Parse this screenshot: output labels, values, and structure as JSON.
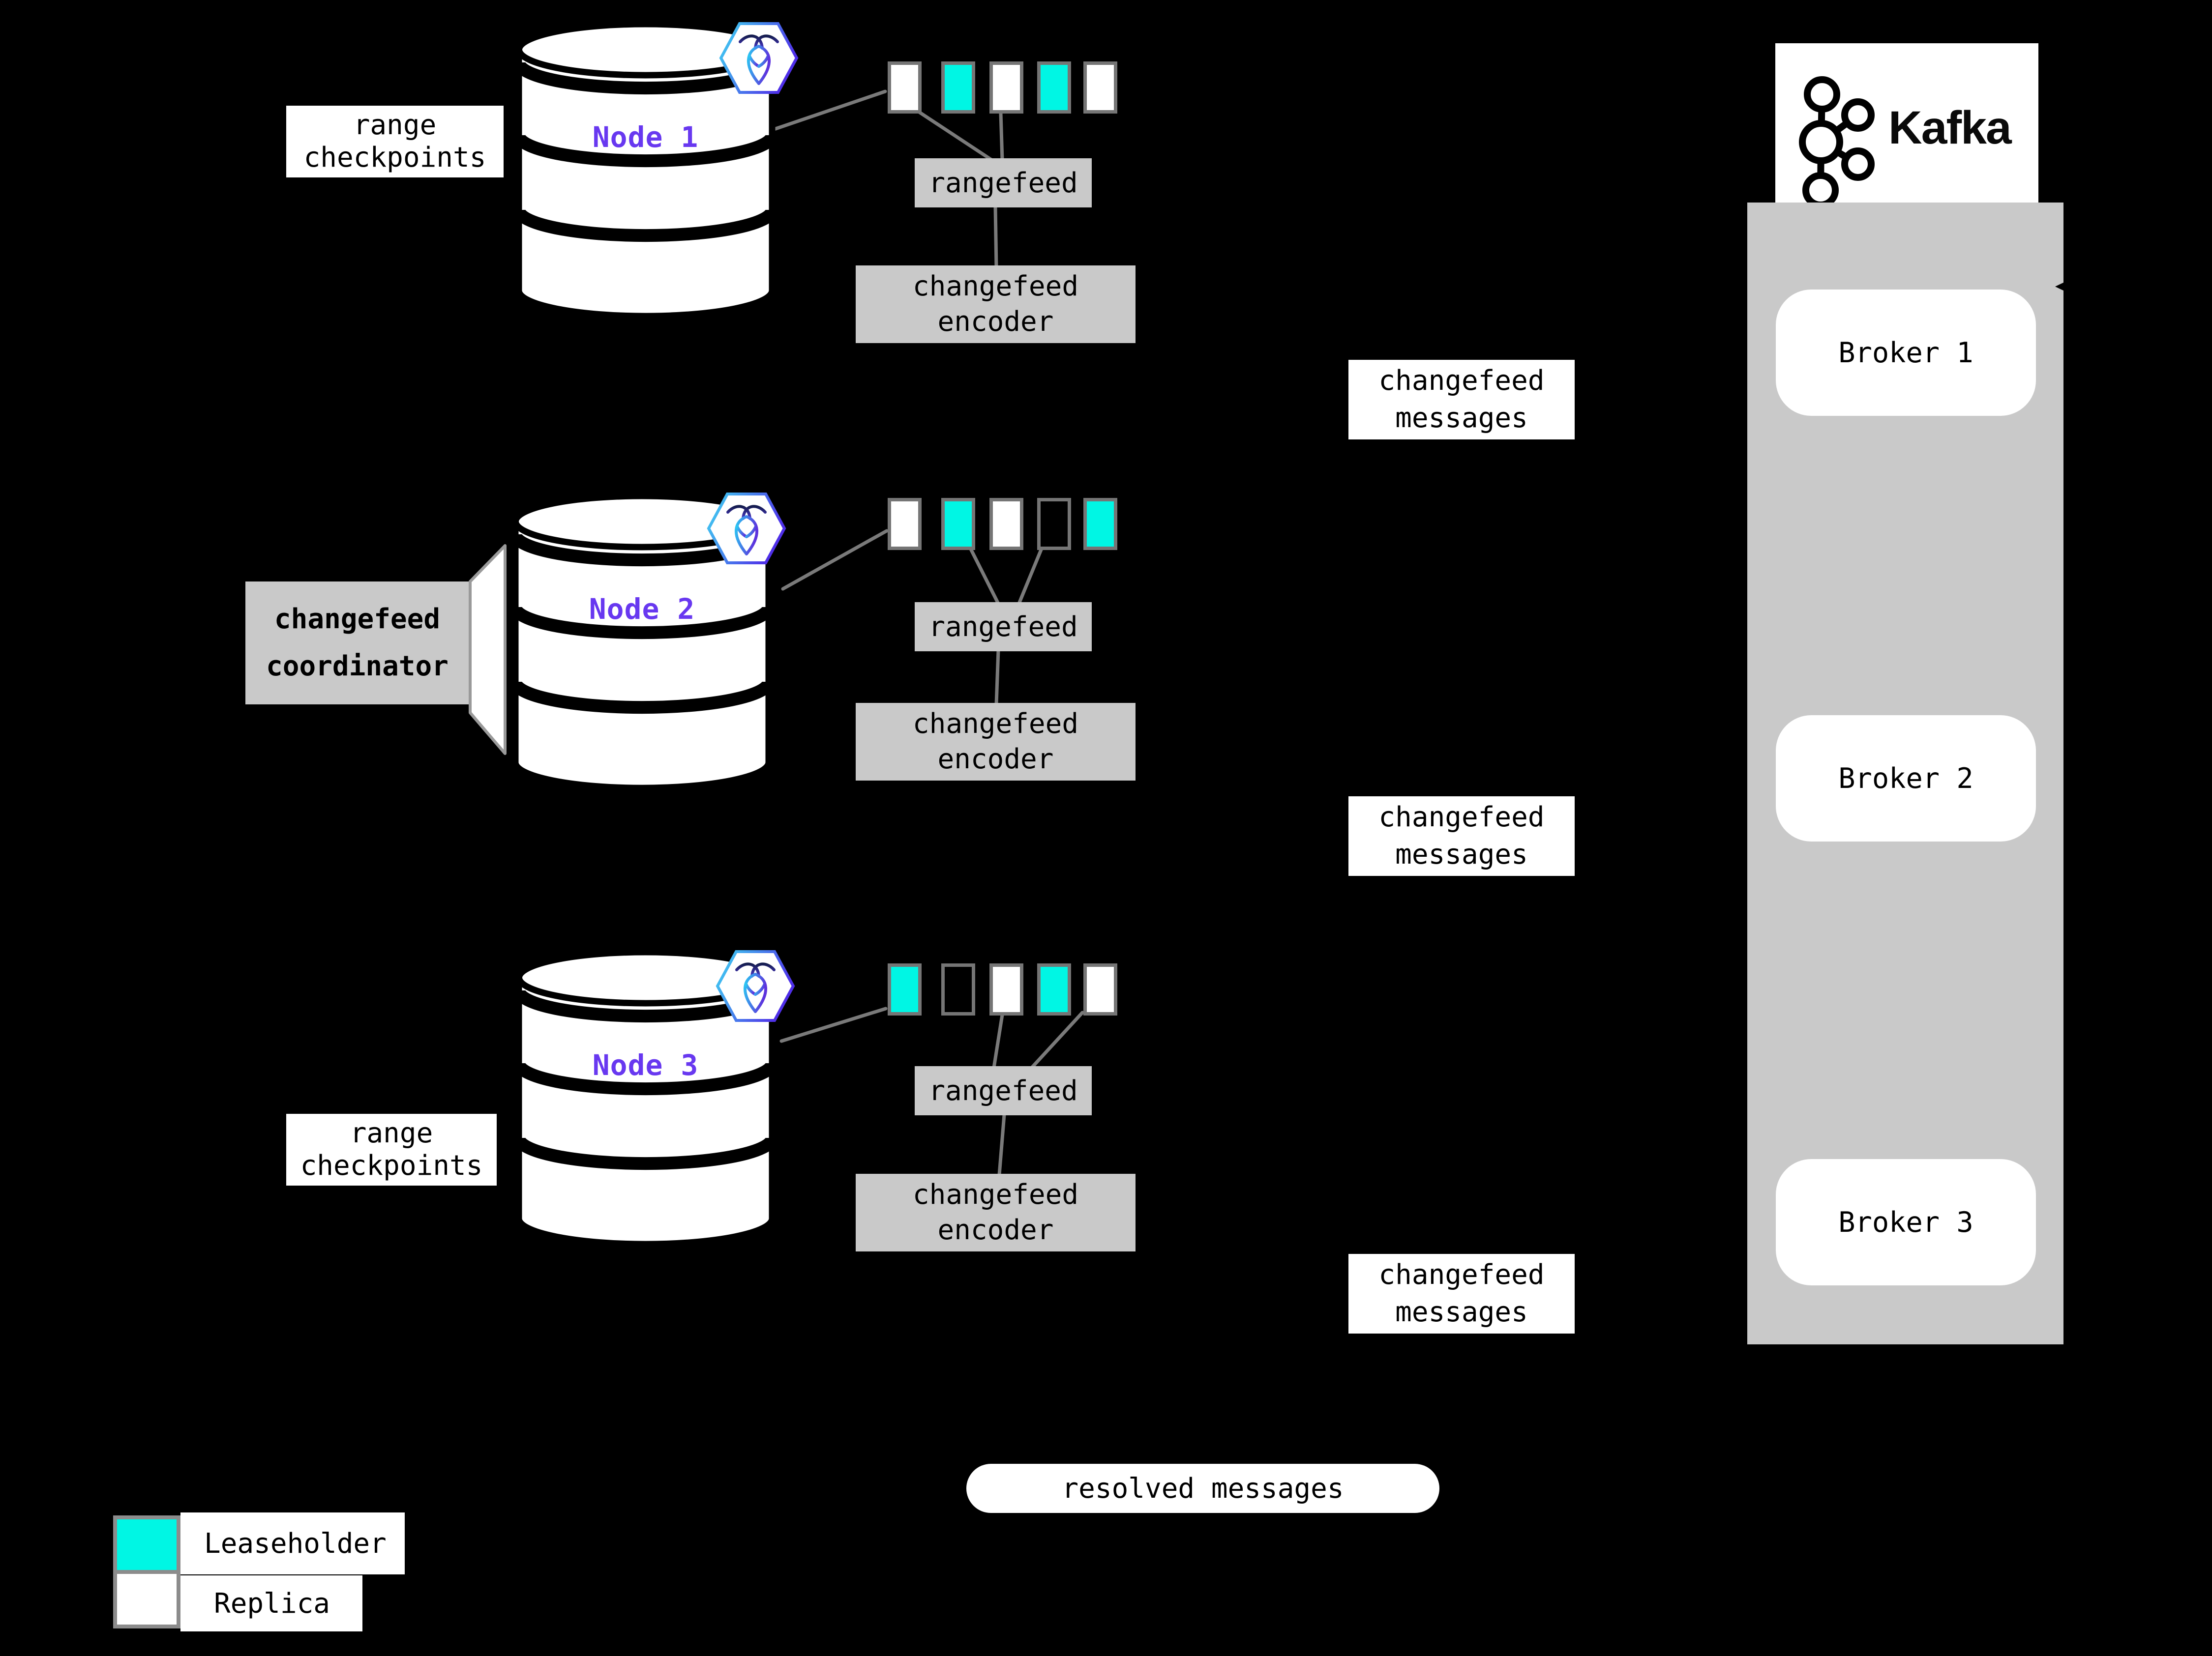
{
  "colors": {
    "background": "#000000",
    "leaseholder": "#00f6e4",
    "replica": "#ffffff",
    "node_label": "#6838f0",
    "panel": "#c9c9c9",
    "outline": "#757575",
    "outline2": "#8c8c8c",
    "line": "#7a7a7a"
  },
  "nodes": [
    {
      "label": "Node 1",
      "ranges": [
        "replica",
        "leaseholder",
        "replica",
        "leaseholder",
        "replica"
      ],
      "rangefeed": "rangefeed",
      "encoder": [
        "changefeed",
        "encoder"
      ],
      "messages": [
        "changefeed",
        "messages"
      ],
      "checkpoints": [
        "range",
        "checkpoints"
      ]
    },
    {
      "label": "Node 2",
      "ranges": [
        "replica",
        "leaseholder",
        "replica",
        "empty",
        "leaseholder"
      ],
      "rangefeed": "rangefeed",
      "encoder": [
        "changefeed",
        "encoder"
      ],
      "messages": [
        "changefeed",
        "messages"
      ],
      "coordinator": [
        "changefeed",
        "coordinator"
      ]
    },
    {
      "label": "Node 3",
      "ranges": [
        "leaseholder",
        "empty",
        "replica",
        "leaseholder",
        "replica"
      ],
      "rangefeed": "rangefeed",
      "encoder": [
        "changefeed",
        "encoder"
      ],
      "messages": [
        "changefeed",
        "messages"
      ],
      "checkpoints": [
        "range",
        "checkpoints"
      ]
    }
  ],
  "kafka": {
    "wordmark": "Kafka",
    "brokers": [
      {
        "label": "Broker 1"
      },
      {
        "label": "Broker 2"
      },
      {
        "label": "Broker 3"
      }
    ]
  },
  "resolved": {
    "label": "resolved messages"
  },
  "legend": {
    "items": [
      {
        "label": "Leaseholder",
        "kind": "leaseholder"
      },
      {
        "label": "Replica",
        "kind": "replica"
      }
    ]
  }
}
